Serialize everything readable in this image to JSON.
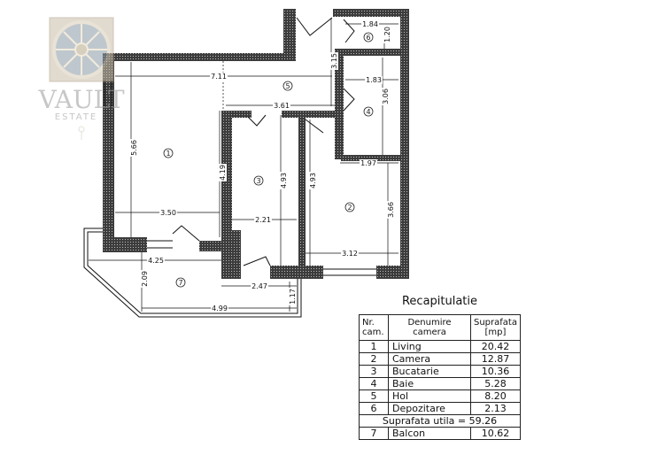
{
  "logo": {
    "text": "VAULT",
    "subtext": "ESTATE"
  },
  "plan": {
    "dimensions": [
      "7.11",
      "3.61",
      "1.84",
      "1.20",
      "1.83",
      "3.06",
      "3.15",
      "5.66",
      "4.19",
      "4.93",
      "4.93",
      "2.21",
      "3.50",
      "1.97",
      "3.66",
      "3.12",
      "4.25",
      "2.09",
      "2.47",
      "4.99",
      "1.17"
    ],
    "room_numbers": [
      "1",
      "2",
      "3",
      "4",
      "5",
      "6",
      "7"
    ]
  },
  "recap": {
    "title": "Recapitulatie",
    "headers": [
      "Nr. cam.",
      "Denumire camera",
      "Suprafata [mp]"
    ],
    "rows": [
      {
        "nr": "1",
        "name": "Living",
        "area": "20.42"
      },
      {
        "nr": "2",
        "name": "Camera",
        "area": "12.87"
      },
      {
        "nr": "3",
        "name": "Bucatarie",
        "area": "10.36"
      },
      {
        "nr": "4",
        "name": "Baie",
        "area": "5.28"
      },
      {
        "nr": "5",
        "name": "Hol",
        "area": "8.20"
      },
      {
        "nr": "6",
        "name": "Depozitare",
        "area": "2.13"
      }
    ],
    "total": "Suprafata utila = 59.26",
    "balcony": {
      "nr": "7",
      "name": "Balcon",
      "area": "10.62"
    }
  },
  "colors": {
    "wall": "#3c3c3c",
    "line": "#111111"
  }
}
